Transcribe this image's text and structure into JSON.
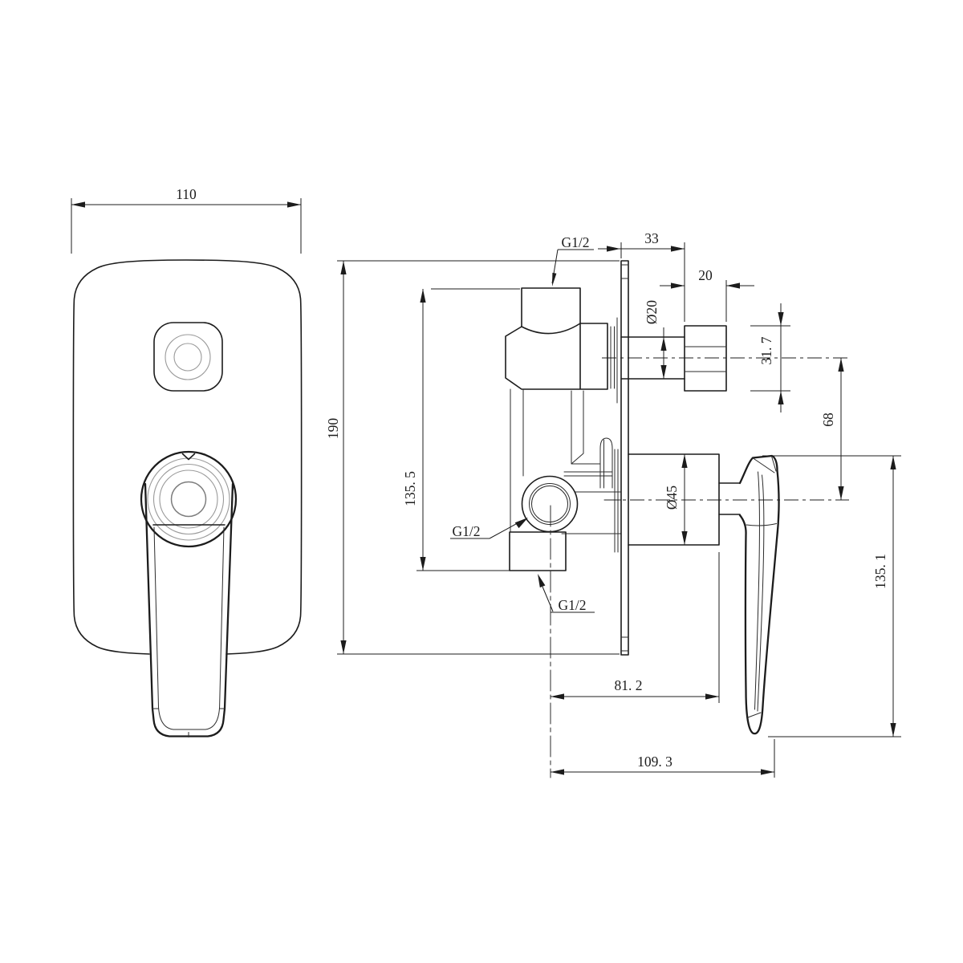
{
  "drawing": {
    "title": "shower-mixer-valve-technical-drawing",
    "colors": {
      "background": "#ffffff",
      "ink": "#1c1c1c",
      "secondary": "#9a9a9a"
    },
    "views": {
      "front": "front-view",
      "side": "side-view"
    },
    "dims": {
      "plate_width": "110",
      "plate_height": "190",
      "valve_height": "135. 5",
      "thread_top": "G1/2",
      "thread_inlet": "G1/2",
      "thread_outlet": "G1/2",
      "button_offset": "33",
      "button_depth": "20",
      "shaft_dia": "Ø20",
      "button_span": "31. 7",
      "center_distance": "68",
      "trim_dia": "Ø45",
      "handle_drop": "135. 1",
      "valve_depth": "81. 2",
      "overall_depth": "109. 3"
    }
  }
}
